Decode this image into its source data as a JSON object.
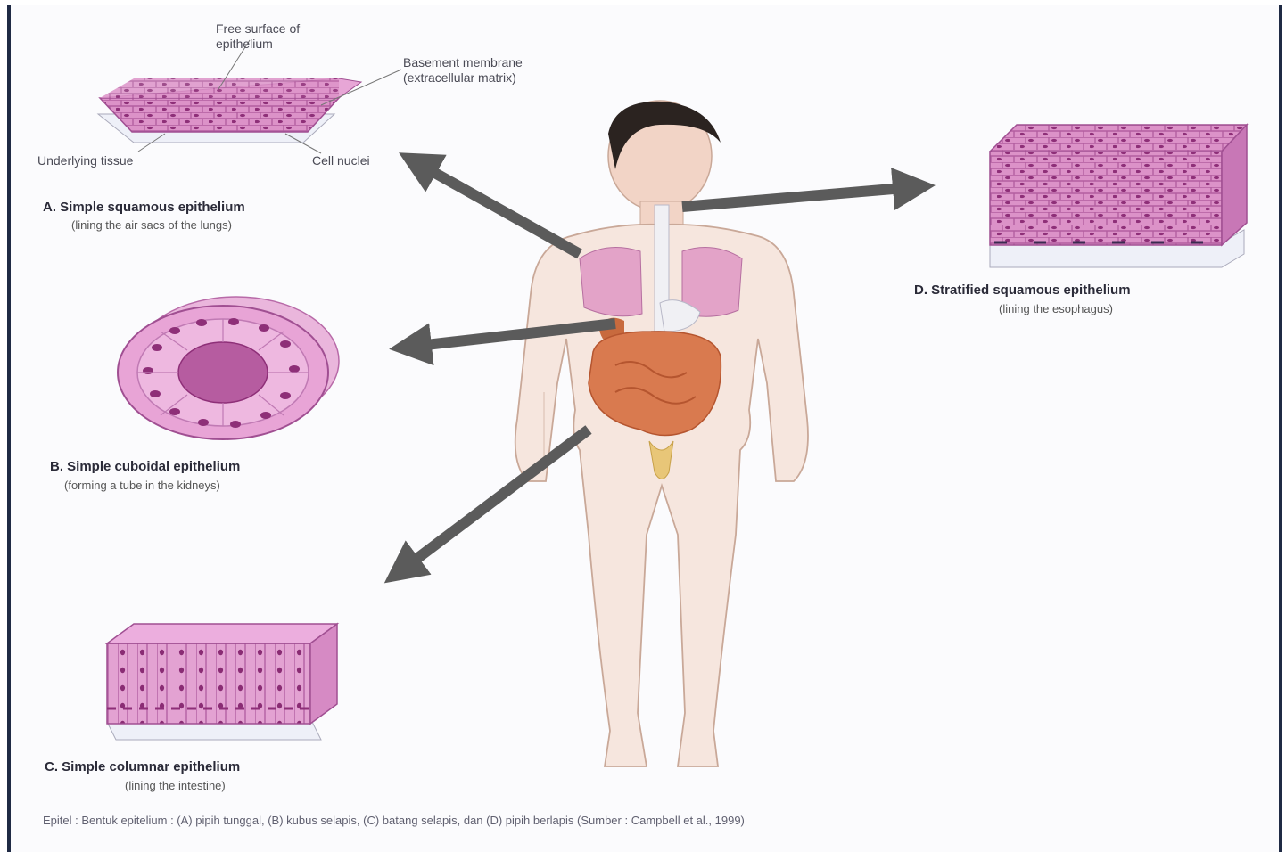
{
  "callouts": {
    "free_surface": "Free surface of epithelium",
    "basement_membrane": "Basement membrane (extracellular matrix)",
    "underlying_tissue": "Underlying tissue",
    "cell_nuclei": "Cell nuclei"
  },
  "panels": {
    "a": {
      "title": "A. Simple squamous epithelium",
      "sub": "(lining the air sacs of the lungs)"
    },
    "b": {
      "title": "B. Simple cuboidal epithelium",
      "sub": "(forming a tube in the kidneys)"
    },
    "c": {
      "title": "C. Simple columnar epithelium",
      "sub": "(lining the intestine)"
    },
    "d": {
      "title": "D. Stratified squamous epithelium",
      "sub": "(lining the esophagus)"
    }
  },
  "caption": "Epitel : Bentuk epitelium : (A) pipih tunggal, (B) kubus selapis, (C) batang selapis, dan (D) pipih berlapis (Sumber : Campbell et al., 1999)",
  "colors": {
    "tissue": "#d988c4",
    "tissue_dark": "#a8458f",
    "arrow": "#5b5b5b",
    "skin": "#f4e4dc",
    "lungs": "#e3a3c8",
    "intestine": "#d97a4f"
  }
}
